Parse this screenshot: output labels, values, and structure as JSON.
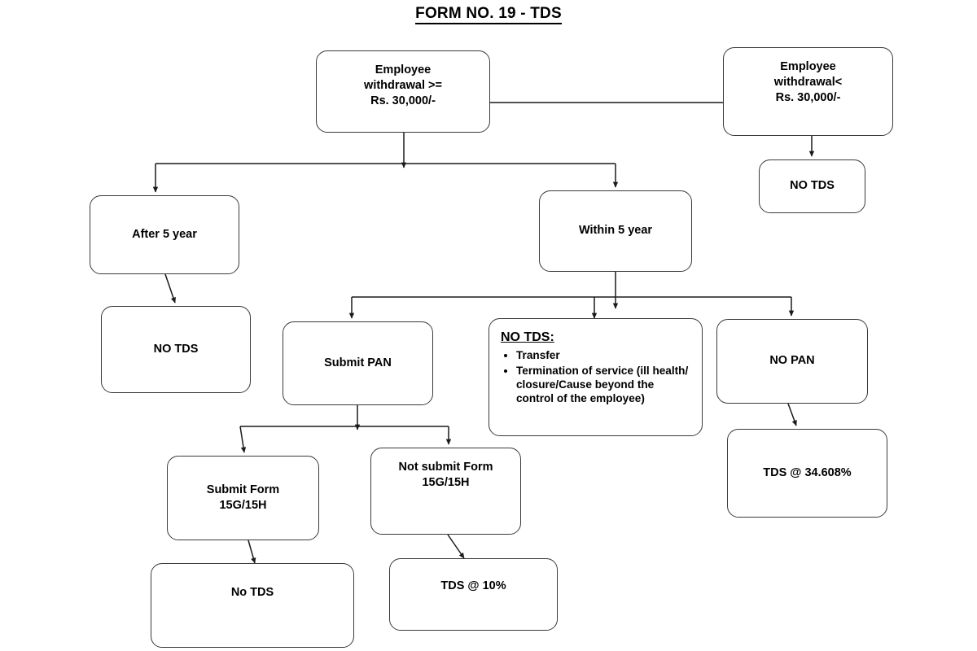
{
  "title": "FORM NO. 19 - TDS",
  "diagram": {
    "type": "flowchart",
    "nodes": {
      "withdrawal_ge": {
        "label": "Employee\nwithdrawal >=\nRs. 30,000/-"
      },
      "withdrawal_lt": {
        "label": "Employee\nwithdrawal<\nRs. 30,000/-"
      },
      "no_tds_right": {
        "label": "NO TDS"
      },
      "after_5_year": {
        "label": "After 5 year"
      },
      "within_5_year": {
        "label": "Within 5 year"
      },
      "no_tds_left": {
        "label": "NO TDS"
      },
      "submit_pan": {
        "label": "Submit PAN"
      },
      "no_tds_list": {
        "heading": "NO TDS:",
        "items": [
          "Transfer",
          "Termination of service (ill health/ closure/Cause beyond the control of the employee)"
        ]
      },
      "no_pan": {
        "label": "NO PAN"
      },
      "tds_34608": {
        "label": "TDS @ 34.608%"
      },
      "submit_form": {
        "label": "Submit Form\n15G/15H"
      },
      "not_submit_form": {
        "label": "Not submit Form\n15G/15H"
      },
      "no_tds_bottom": {
        "label": "No TDS"
      },
      "tds_10": {
        "label": "TDS @ 10%"
      }
    },
    "edges": [
      {
        "from": "withdrawal_ge",
        "to": "withdrawal_lt"
      },
      {
        "from": "withdrawal_lt",
        "to": "no_tds_right"
      },
      {
        "from": "withdrawal_ge",
        "to": "after_5_year"
      },
      {
        "from": "withdrawal_ge",
        "to": "within_5_year"
      },
      {
        "from": "after_5_year",
        "to": "no_tds_left"
      },
      {
        "from": "within_5_year",
        "to": "submit_pan"
      },
      {
        "from": "within_5_year",
        "to": "no_tds_list"
      },
      {
        "from": "within_5_year",
        "to": "no_pan"
      },
      {
        "from": "no_pan",
        "to": "tds_34608"
      },
      {
        "from": "submit_pan",
        "to": "submit_form"
      },
      {
        "from": "submit_pan",
        "to": "not_submit_form"
      },
      {
        "from": "submit_form",
        "to": "no_tds_bottom"
      },
      {
        "from": "not_submit_form",
        "to": "tds_10"
      }
    ],
    "colors": {
      "background": "#ffffff",
      "box_border": "#3a3a3a",
      "box_fill": "#ffffff",
      "text": "#000000",
      "connector": "#1a1a1a"
    }
  }
}
